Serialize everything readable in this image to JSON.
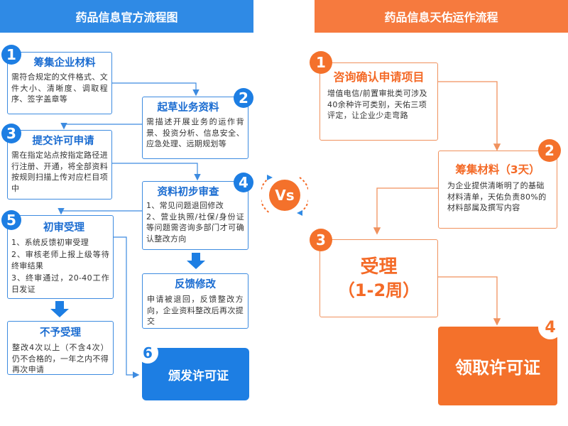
{
  "left": {
    "header": "药品信息官方流程图",
    "steps": [
      {
        "num": "1",
        "title": "筹集企业材料",
        "text": "需符合规定的文件格式、文件大小、清晰度、调取程序、签字盖章等"
      },
      {
        "num": "2",
        "title": "起草业务资料",
        "text": "需描述开展业务的运作背景、投资分析、信息安全、应急处理、远期规划等"
      },
      {
        "num": "3",
        "title": "提交许可申请",
        "text": "需在指定站点按指定路径进行注册、开通，将全部资料按规则扫描上传对应栏目项中"
      },
      {
        "num": "4",
        "title": "资料初步审查",
        "text": "1、常见问题退回修改\n2、营业执照/社保/身份证等问题需咨询多部门才可确认整改方向"
      },
      {
        "num": "5",
        "title": "初审受理",
        "text": "1、系统反馈初审受理\n2、审核老师上报上级等待终审结果\n3、终审通过，20-40工作日发证"
      },
      {
        "num": "6",
        "title": "颁发许可证"
      }
    ],
    "feedback": {
      "title": "反馈修改",
      "text": "申请被退回，反馈整改方向，企业资料整改后再次提交"
    },
    "reject": {
      "title": "不予受理",
      "text": "整改4次以上（不含4次）仍不合格的，一年之内不得再次申请"
    }
  },
  "vs": "Vs",
  "right": {
    "header": "药品信息天佑运作流程",
    "steps": [
      {
        "num": "1",
        "title": "咨询确认申请项目",
        "text": "增值电信/前置审批类可涉及40余种许可类别，天佑三项评定，让企业少走弯路"
      },
      {
        "num": "2",
        "title": "筹集材料（3天）",
        "text": "为企业提供清晰明了的基础材料清单，天佑负责80%的材料部属及撰写内容"
      },
      {
        "num": "3",
        "title_line1": "受理",
        "title_line2": "（1-2周）"
      },
      {
        "num": "4",
        "title": "领取许可证"
      }
    ]
  },
  "colors": {
    "blue": "#2f8ae5",
    "orange": "#f67a3e",
    "dark_blue": "#1d7ee3",
    "dark_orange": "#f4712b"
  }
}
